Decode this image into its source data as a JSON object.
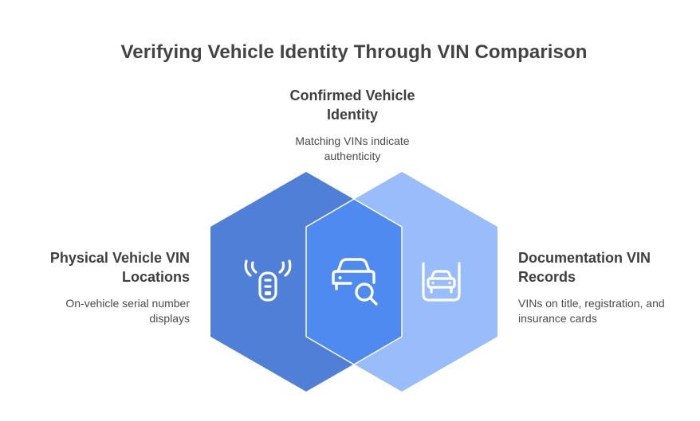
{
  "title": "Verifying Vehicle Identity Through VIN Comparison",
  "center": {
    "heading": "Confirmed Vehicle Identity",
    "description": "Matching VINs indicate authenticity",
    "icon": "car-search-icon"
  },
  "left": {
    "heading": "Physical Vehicle VIN Locations",
    "description": "On-vehicle serial number displays",
    "icon": "car-key-fob-icon"
  },
  "right": {
    "heading": "Documentation VIN Records",
    "description": "VINs on title, registration, and insurance cards",
    "icon": "car-document-icon"
  },
  "colors": {
    "left_hexagon": "#4f7fd6",
    "right_hexagon": "#99bcfb",
    "overlap": "#4e8aef",
    "title_text": "#434343"
  }
}
